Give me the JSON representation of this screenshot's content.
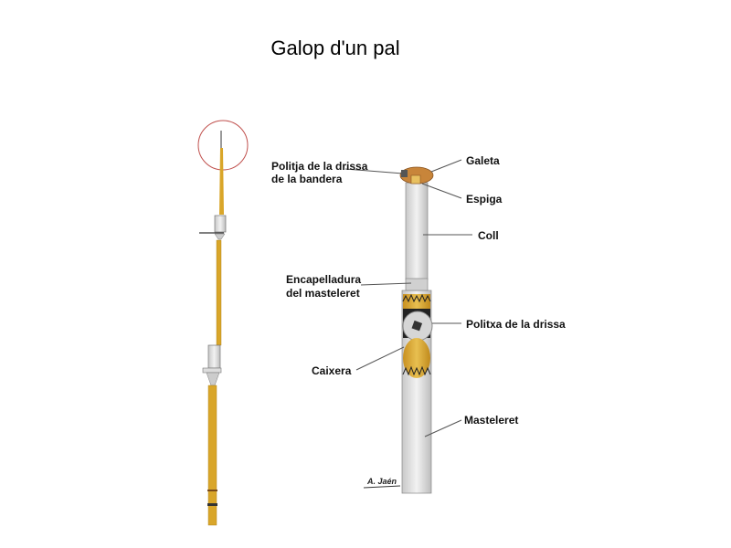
{
  "title": "Galop d'un pal",
  "labels": {
    "galeta": "Galeta",
    "espiga": "Espiga",
    "coll": "Coll",
    "politja_line1": "Politja de la drissa",
    "politja_line2": "de la bandera",
    "encapelladura_line1": "Encapelladura",
    "encapelladura_line2": "del masteleret",
    "politxa": "Politxa de la drissa",
    "caixera": "Caixera",
    "masteleret": "Masteleret"
  },
  "signature": "A. Jaén",
  "colors": {
    "wood": "#d9a62a",
    "highlight_circle": "#c0504d",
    "metal": "#d8d8d8"
  }
}
